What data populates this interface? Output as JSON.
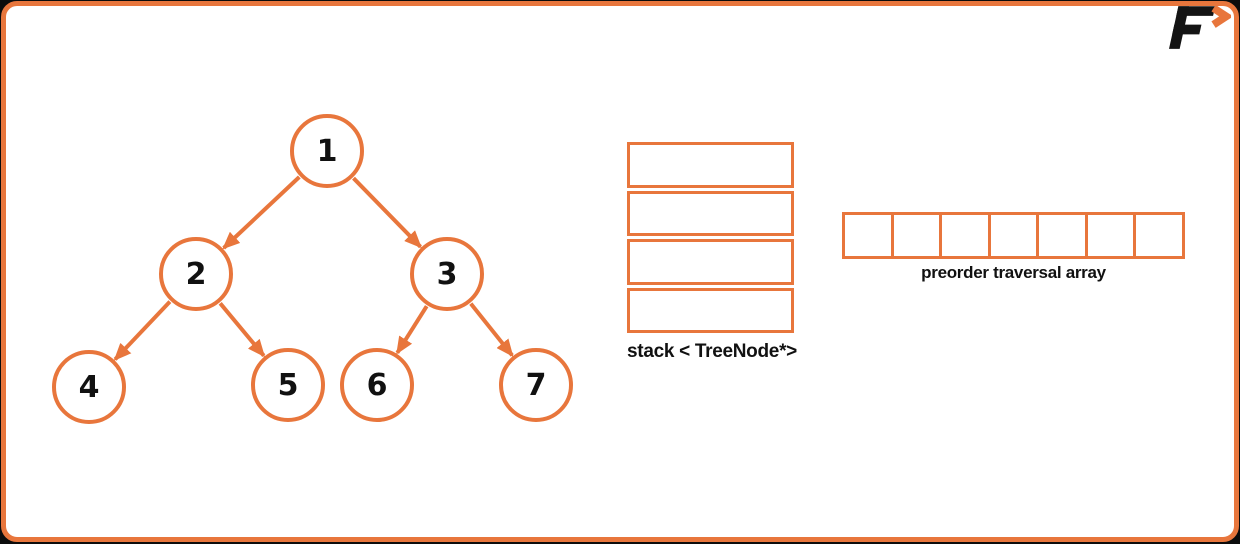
{
  "logo": {
    "letter": "F",
    "chevron": ">"
  },
  "tree": {
    "nodes": [
      {
        "label": "1"
      },
      {
        "label": "2"
      },
      {
        "label": "3"
      },
      {
        "label": "4"
      },
      {
        "label": "5"
      },
      {
        "label": "6"
      },
      {
        "label": "7"
      }
    ],
    "edges": [
      {
        "from": "1",
        "to": "2"
      },
      {
        "from": "1",
        "to": "3"
      },
      {
        "from": "2",
        "to": "4"
      },
      {
        "from": "2",
        "to": "5"
      },
      {
        "from": "3",
        "to": "6"
      },
      {
        "from": "3",
        "to": "7"
      }
    ]
  },
  "stack": {
    "label": "stack < TreeNode*>",
    "slot_count": 4,
    "slots": [
      "",
      "",
      "",
      ""
    ]
  },
  "array": {
    "label": "preorder traversal array",
    "cell_count": 7,
    "cells": [
      "",
      "",
      "",
      "",
      "",
      "",
      ""
    ]
  },
  "colors": {
    "accent": "#E8763C",
    "text": "#111111",
    "background": "#FFFFFF",
    "frame": "#0C0C0C"
  }
}
